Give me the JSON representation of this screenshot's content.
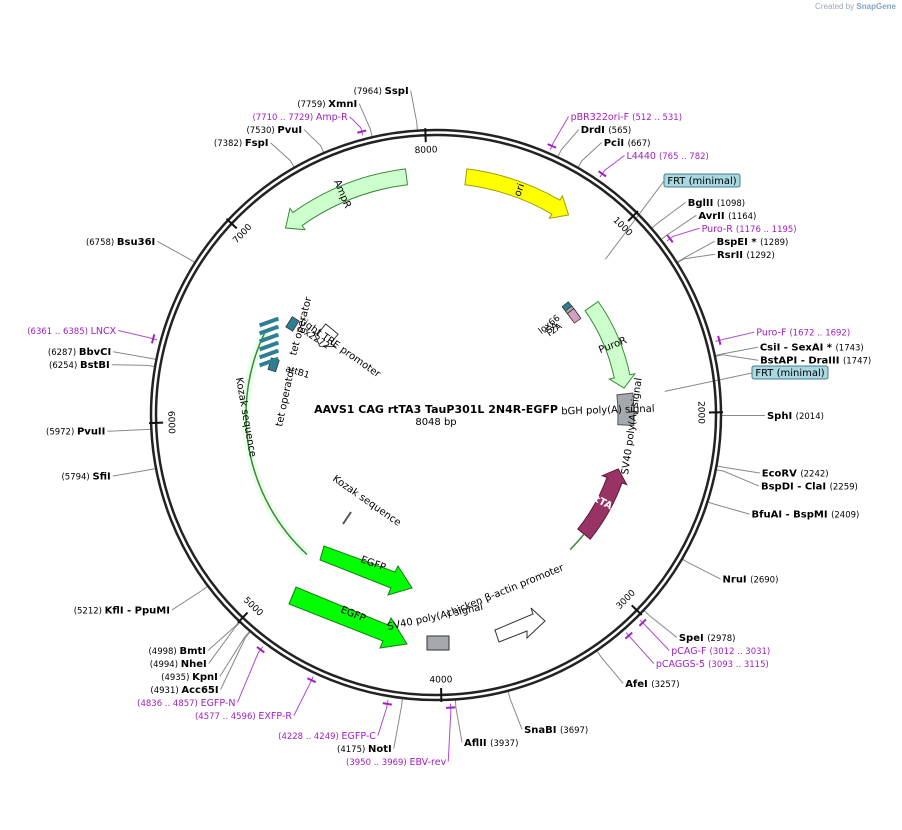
{
  "brand": {
    "prefix": "Created by",
    "name": "SnapGene"
  },
  "map": {
    "name": "AAVS1 CAG rtTA3 TauP301L 2N4R-EGFP",
    "length_text": "8048 bp",
    "length": 8048
  },
  "ticks": [
    {
      "label": "1000",
      "bp": 1000
    },
    {
      "label": "2000",
      "bp": 2000
    },
    {
      "label": "3000",
      "bp": 3000
    },
    {
      "label": "4000",
      "bp": 4000
    },
    {
      "label": "5000",
      "bp": 5000
    },
    {
      "label": "6000",
      "bp": 6000
    },
    {
      "label": "7000",
      "bp": 7000
    },
    {
      "label": "8000",
      "bp": 8000
    }
  ],
  "enzymes": [
    {
      "name": "SspI",
      "pos": "(7964)",
      "bp": 7964,
      "side": "left"
    },
    {
      "name": "XmnI",
      "pos": "(7759)",
      "bp": 7759,
      "side": "left"
    },
    {
      "name": "PvuI",
      "pos": "(7530)",
      "bp": 7530,
      "side": "left"
    },
    {
      "name": "FspI",
      "pos": "(7382)",
      "bp": 7382,
      "side": "left"
    },
    {
      "name": "Bsu36I",
      "pos": "(6758)",
      "bp": 6758,
      "side": "left"
    },
    {
      "name": "BbvCI",
      "pos": "(6287)",
      "bp": 6287,
      "side": "left"
    },
    {
      "name": "BstBI",
      "pos": "(6254)",
      "bp": 6254,
      "side": "left"
    },
    {
      "name": "PvuII",
      "pos": "(5972)",
      "bp": 5972,
      "side": "left"
    },
    {
      "name": "SfiI",
      "pos": "(5794)",
      "bp": 5794,
      "side": "left"
    },
    {
      "name": "KflI - PpuMI",
      "pos": "(5212)",
      "bp": 5212,
      "side": "left"
    },
    {
      "name": "BmtI",
      "pos": "(4998)",
      "bp": 4998,
      "side": "left"
    },
    {
      "name": "NheI",
      "pos": "(4994)",
      "bp": 4994,
      "side": "left"
    },
    {
      "name": "KpnI",
      "pos": "(4935)",
      "bp": 4935,
      "side": "left"
    },
    {
      "name": "Acc65I",
      "pos": "(4931)",
      "bp": 4931,
      "side": "left"
    },
    {
      "name": "NotI",
      "pos": "(4175)",
      "bp": 4175,
      "side": "left"
    },
    {
      "name": "DrdI",
      "pos": "(565)",
      "bp": 565,
      "side": "right"
    },
    {
      "name": "PciI",
      "pos": "(667)",
      "bp": 667,
      "side": "right"
    },
    {
      "name": "BglII",
      "pos": "(1098)",
      "bp": 1098,
      "side": "right"
    },
    {
      "name": "AvrII",
      "pos": "(1164)",
      "bp": 1164,
      "side": "right"
    },
    {
      "name": "BspEI *",
      "pos": "(1289)",
      "bp": 1289,
      "side": "right"
    },
    {
      "name": "RsrII",
      "pos": "(1292)",
      "bp": 1292,
      "side": "right"
    },
    {
      "name": "CsiI - SexAI *",
      "pos": "(1743)",
      "bp": 1743,
      "side": "right"
    },
    {
      "name": "BstAPI - DraIII",
      "pos": "(1747)",
      "bp": 1747,
      "side": "right"
    },
    {
      "name": "SphI",
      "pos": "(2014)",
      "bp": 2014,
      "side": "right"
    },
    {
      "name": "EcoRV",
      "pos": "(2242)",
      "bp": 2242,
      "side": "right"
    },
    {
      "name": "BspDI - ClaI",
      "pos": "(2259)",
      "bp": 2259,
      "side": "right"
    },
    {
      "name": "BfuAI - BspMI",
      "pos": "(2409)",
      "bp": 2409,
      "side": "right"
    },
    {
      "name": "NruI",
      "pos": "(2690)",
      "bp": 2690,
      "side": "right"
    },
    {
      "name": "SpeI",
      "pos": "(2978)",
      "bp": 2978,
      "side": "right"
    },
    {
      "name": "AfeI",
      "pos": "(3257)",
      "bp": 3257,
      "side": "right"
    },
    {
      "name": "SnaBI",
      "pos": "(3697)",
      "bp": 3697,
      "side": "right"
    },
    {
      "name": "AflII",
      "pos": "(3937)",
      "bp": 3937,
      "side": "right"
    }
  ],
  "primers": [
    {
      "name": "Amp-R",
      "range": "(7710 .. 7729)",
      "bp": 7720,
      "side": "left"
    },
    {
      "name": "LNCX",
      "range": "(6361 .. 6385)",
      "bp": 6373,
      "side": "left"
    },
    {
      "name": "EGFP-N",
      "range": "(4836 .. 4857)",
      "bp": 4846,
      "side": "left"
    },
    {
      "name": "EXFP-R",
      "range": "(4577 .. 4596)",
      "bp": 4586,
      "side": "left"
    },
    {
      "name": "EGFP-C",
      "range": "(4228 .. 4249)",
      "bp": 4238,
      "side": "left"
    },
    {
      "name": "EBV-rev",
      "range": "(3950 .. 3969)",
      "bp": 3960,
      "side": "left"
    },
    {
      "name": "pBR322ori-F",
      "range": "(512 .. 531)",
      "bp": 521,
      "side": "right"
    },
    {
      "name": "L4440",
      "range": "(765 .. 782)",
      "bp": 773,
      "side": "right"
    },
    {
      "name": "Puro-R",
      "range": "(1176 .. 1195)",
      "bp": 1185,
      "side": "right"
    },
    {
      "name": "Puro-F",
      "range": "(1672 .. 1692)",
      "bp": 1682,
      "side": "right"
    },
    {
      "name": "pCAG-F",
      "range": "(3012 .. 3031)",
      "bp": 3021,
      "side": "right"
    },
    {
      "name": "pCAGGS-5",
      "range": "(3093 .. 3115)",
      "bp": 3104,
      "side": "right"
    }
  ],
  "boxed_labels": [
    {
      "name": "FRT (minimal)",
      "bp": 1060
    },
    {
      "name": "FRT (minimal)",
      "bp": 1880
    }
  ],
  "features": [
    {
      "name": "ori",
      "start": 160,
      "end": 750,
      "ring": "r1",
      "dir": 1,
      "color": "#ffff00",
      "stroke": "#a0a000",
      "label_mode": "inside"
    },
    {
      "name": "AmpR",
      "start": 7180,
      "end": 7890,
      "ring": "r1",
      "dir": -1,
      "color": "#ccffcc",
      "stroke": "#3a8a3a",
      "label_mode": "inside"
    },
    {
      "name": "PuroR",
      "start": 1230,
      "end": 1830,
      "ring": "r2",
      "dir": 1,
      "color": "#ccffcc",
      "stroke": "#3a8a3a",
      "label_mode": "inside"
    },
    {
      "name": "bGH poly(A) signal",
      "start": 1870,
      "end": 2080,
      "ring": "r2",
      "dir": 0,
      "color": "#a5a9ae",
      "stroke": "#555",
      "label_mode": "outside"
    },
    {
      "name": "rtTA3",
      "start": 2380,
      "end": 2880,
      "ring": "r2",
      "dir": -1,
      "color": "#993366",
      "stroke": "#5a1a3a",
      "label_mode": "inside"
    },
    {
      "name": "tight TRE promoter",
      "start": 6720,
      "end": 6920,
      "ring": "r3",
      "dir": -1,
      "color": "#ffffff",
      "stroke": "#333",
      "label_mode": "outside"
    }
  ],
  "small_features": [
    {
      "name": "lox66",
      "bp": 1150,
      "color": "#2e7f93"
    },
    {
      "name": "SA",
      "bp": 1190,
      "color": "#a5a9ae"
    },
    {
      "name": "T2A",
      "bp": 1215,
      "color": "#d4a0c0"
    },
    {
      "name": "lox2272",
      "bp": 6760,
      "color": "#2e7f93"
    },
    {
      "name": "attB1",
      "bp": 6420,
      "color": "#2e7f93"
    }
  ],
  "labels": {
    "tet1": "tet operator",
    "tet2": "tet operator",
    "kozak1": "Kozak sequence",
    "kozak2": "Kozak sequence",
    "egfp1": "EGFP",
    "egfp2": "EGFP",
    "sv40a": "SV40 poly(A) signal",
    "sv40b": "SV40 poly(A) signal",
    "chicken": "chicken β-actin promoter"
  },
  "colors": {
    "backbone": "#222222",
    "enzyme": "#000000",
    "primer": "#a020c0",
    "egfp": "#00ff00",
    "boxed": "#a8d8e0"
  }
}
